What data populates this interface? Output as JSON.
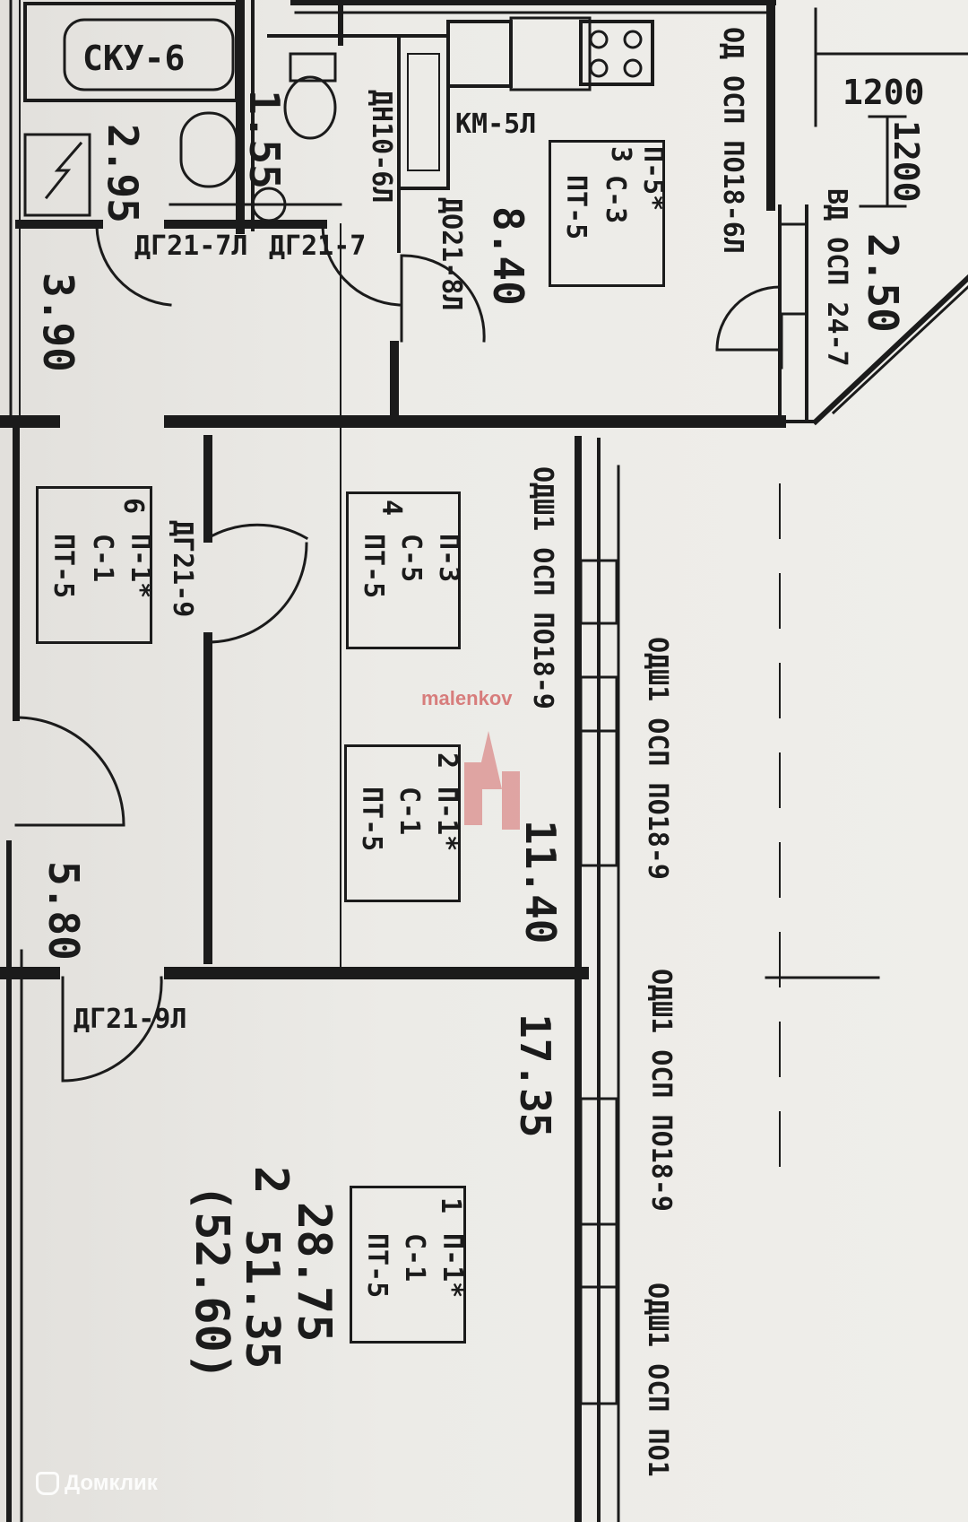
{
  "rooms": {
    "room1": {
      "num": "1",
      "p": "П-1*",
      "c": "С-1",
      "pt": "ПТ-5"
    },
    "room2": {
      "num": "2",
      "p": "П-1*",
      "c": "С-1",
      "pt": "ПТ-5"
    },
    "room3": {
      "num": "3",
      "p": "П-5*",
      "c": "С-3",
      "pt": "ПТ-5"
    },
    "room4": {
      "num": "4",
      "p": "П-3",
      "c": "С-5",
      "pt": "ПТ-5"
    },
    "room6": {
      "num": "6",
      "p": "П-1*",
      "c": "С-1",
      "pt": "ПТ-5"
    }
  },
  "areas": {
    "bath": "2.95",
    "wc": "1.55",
    "kitchen": "8.40",
    "loggia": "2.50",
    "corridor_top": "3.90",
    "hall": "5.80",
    "room2": "11.40",
    "room1": "17.35",
    "living": "28.75",
    "total": "51.35",
    "total_loggia": "(52.60)",
    "rooms_count": "2"
  },
  "doors": {
    "d1": "ДГ21-7Л",
    "d2": "ДГ21-7",
    "d3": "ДО21-8Л",
    "d4": "ДГ21-9",
    "d5": "ДГ21-9Л",
    "d6": "ДН10-6Л",
    "d7": "ВД ОСП 24-7"
  },
  "fixtures": {
    "sku": "СКУ-6",
    "km": "КМ-5Л",
    "od": "ОД ОСП ПО18-6Л"
  },
  "windows": {
    "w1": "ОДШ1 ОСП ПО18-9",
    "w2": "ОДШ1 ОСП ПО18-9",
    "w3": "ОДШ1 ОСП ПО18-9",
    "w4": "ОДШ1 ОСП ПО1"
  },
  "dims": {
    "a": "1200",
    "b": "1200"
  },
  "watermark": "malenkov",
  "brand": "Домклик"
}
